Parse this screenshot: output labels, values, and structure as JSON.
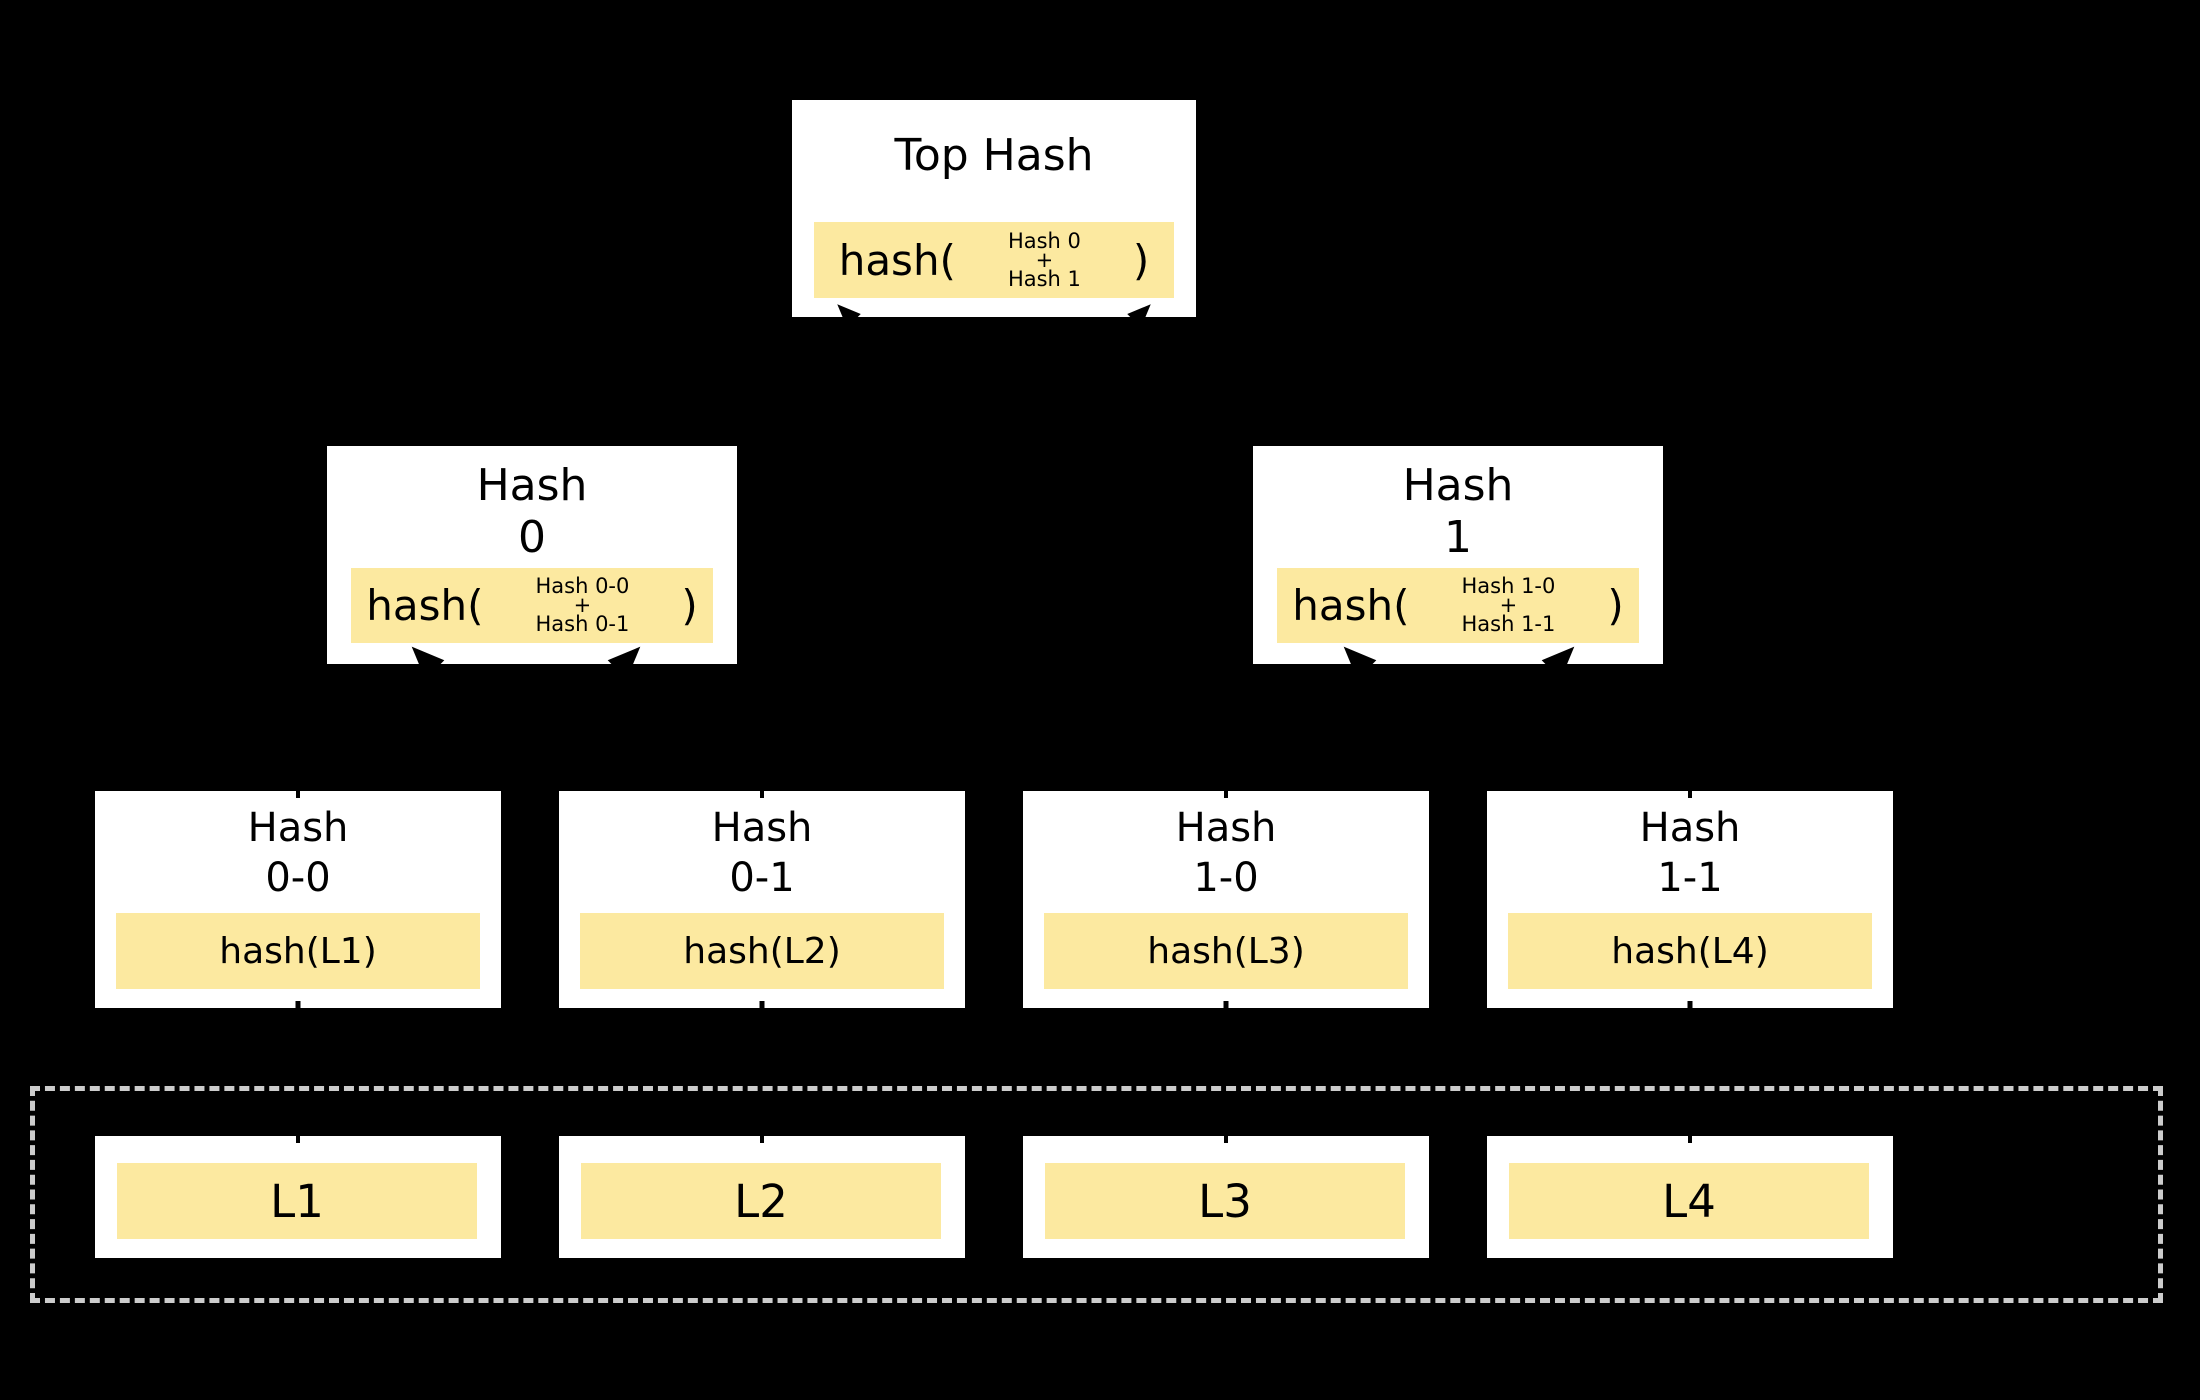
{
  "colors": {
    "background": "#000000",
    "box_fill": "#FFFFFF",
    "highlight_fill": "#FCE9A0",
    "dashed_border": "#CCCCCC",
    "text": "#000000"
  },
  "root": {
    "title": "Top Hash",
    "fn_open": "hash(",
    "arg1": "Hash 0",
    "plus": "+",
    "arg2": "Hash 1",
    "fn_close": ")"
  },
  "internal": [
    {
      "line1": "Hash",
      "line2": "0",
      "fn_open": "hash(",
      "arg1": "Hash 0-0",
      "plus": "+",
      "arg2": "Hash 0-1",
      "fn_close": ")"
    },
    {
      "line1": "Hash",
      "line2": "1",
      "fn_open": "hash(",
      "arg1": "Hash 1-0",
      "plus": "+",
      "arg2": "Hash 1-1",
      "fn_close": ")"
    }
  ],
  "leaves": [
    {
      "line1": "Hash",
      "line2": "0-0",
      "formula": "hash(L1)"
    },
    {
      "line1": "Hash",
      "line2": "0-1",
      "formula": "hash(L2)"
    },
    {
      "line1": "Hash",
      "line2": "1-0",
      "formula": "hash(L3)"
    },
    {
      "line1": "Hash",
      "line2": "1-1",
      "formula": "hash(L4)"
    }
  ],
  "blocks": [
    {
      "label": "L1"
    },
    {
      "label": "L2"
    },
    {
      "label": "L3"
    },
    {
      "label": "L4"
    }
  ]
}
